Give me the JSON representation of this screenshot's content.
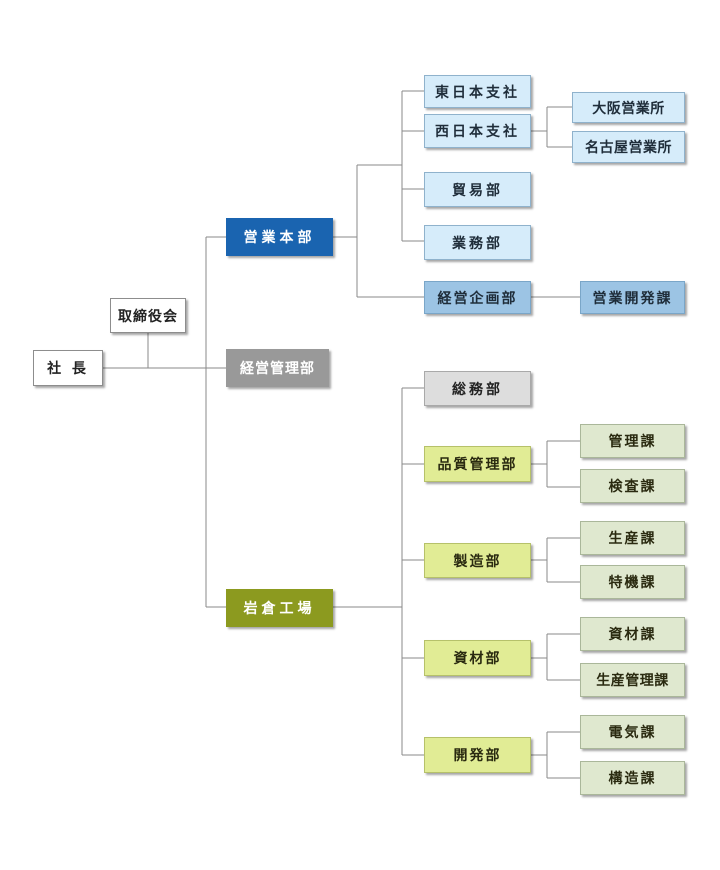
{
  "org": {
    "president": "社 長",
    "board": "取締役会",
    "sales_hq": "営業本部",
    "management_div": "経営管理部",
    "iwakura_factory": "岩倉工場",
    "sales": {
      "east_branch": "東日本支社",
      "west_branch": "西日本支社",
      "osaka_office": "大阪営業所",
      "nagoya_office": "名古屋営業所",
      "trade_dept": "貿易部",
      "business_dept": "業務部",
      "planning_dept": "経営企画部",
      "sales_dev_section": "営業開発課"
    },
    "factory": {
      "general_affairs": "総務部",
      "quality_mgmt": "品質管理部",
      "mgmt_section": "管理課",
      "inspection_section": "検査課",
      "manufacturing": "製造部",
      "production_section": "生産課",
      "special_machine_section": "特機課",
      "materials_dept": "資材部",
      "materials_section": "資材課",
      "production_mgmt_section": "生産管理課",
      "development_dept": "開発部",
      "electrical_section": "電気課",
      "structural_section": "構造課"
    }
  },
  "colors": {
    "line": "#8a8a8a",
    "sales_hq": "#1a64b0",
    "management_div": "#999999",
    "factory": "#8c9a1f",
    "sales_child": "#d6ecfa",
    "planning": "#9cc4e4",
    "factory_dept": "#e1ec95",
    "factory_section": "#dfe8cf",
    "general_affairs": "#dddddd"
  }
}
